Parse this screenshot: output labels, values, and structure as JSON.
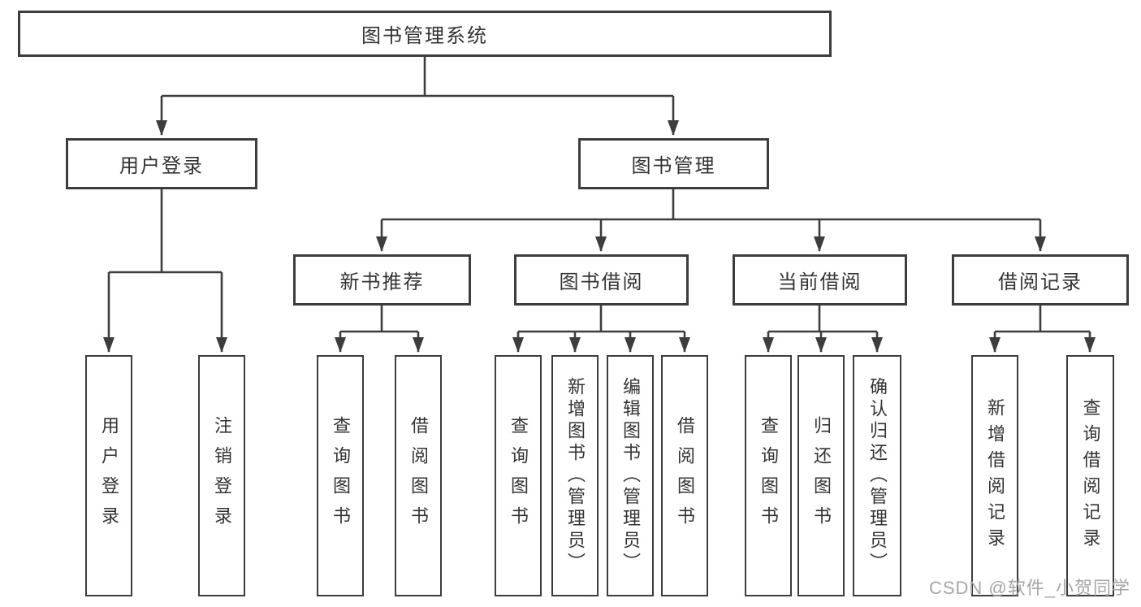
{
  "diagram": {
    "type": "hierarchy-tree",
    "colors": {
      "line": "#3d3d3d",
      "box_border": "#3d3d3d",
      "text": "#333333",
      "watermark": "#a6a6a6",
      "background": "#ffffff"
    },
    "tree": {
      "label": "图书管理系统",
      "children": [
        {
          "label": "用户登录",
          "children": [
            {
              "label": "用户登录"
            },
            {
              "label": "注销登录"
            }
          ]
        },
        {
          "label": "图书管理",
          "children": [
            {
              "label": "新书推荐",
              "children": [
                {
                  "label": "查询图书"
                },
                {
                  "label": "借阅图书"
                }
              ]
            },
            {
              "label": "图书借阅",
              "children": [
                {
                  "label": "查询图书"
                },
                {
                  "label": "新增图书（管理员）"
                },
                {
                  "label": "编辑图书（管理员）"
                },
                {
                  "label": "借阅图书"
                }
              ]
            },
            {
              "label": "当前借阅",
              "children": [
                {
                  "label": "查询图书"
                },
                {
                  "label": "归还图书"
                },
                {
                  "label": "确认归还（管理员）"
                }
              ]
            },
            {
              "label": "借阅记录",
              "children": [
                {
                  "label": "新增借阅记录"
                },
                {
                  "label": "查询借阅记录"
                }
              ]
            }
          ]
        }
      ]
    },
    "watermark": {
      "text": "CSDN @软件_小贺同学"
    }
  }
}
